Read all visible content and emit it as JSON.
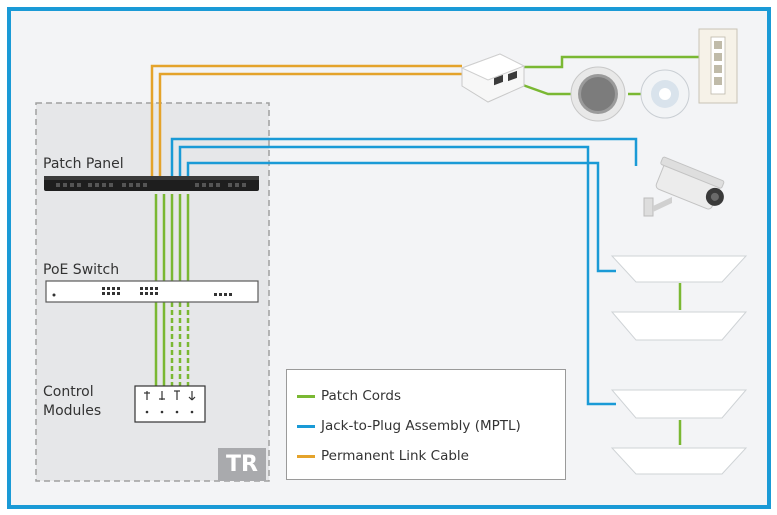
{
  "colors": {
    "frame": "#1a9ad6",
    "patch_cord": "#7ab833",
    "mptl": "#1a9ad6",
    "permanent_link": "#e4a32b",
    "tr_zone": "#e6e7e9",
    "tr_badge": "#a9aaad"
  },
  "labels": {
    "patch_panel": "Patch Panel",
    "poe_switch": "PoE Switch",
    "control_modules_line1": "Control",
    "control_modules_line2": "Modules",
    "tr": "TR"
  },
  "legend": {
    "items": [
      {
        "label": "Patch Cords",
        "color": "#7ab833"
      },
      {
        "label": "Jack-to-Plug Assembly (MPTL)",
        "color": "#1a9ad6"
      },
      {
        "label": "Permanent Link Cable",
        "color": "#e4a32b"
      }
    ]
  },
  "devices": {
    "wall_switch_icon": "wall-switch-icon",
    "speaker_icon": "ceiling-speaker-icon",
    "sensor_icon": "occupancy-sensor-icon",
    "camera_icon": "security-camera-icon",
    "light_icon": "led-panel-light-icon",
    "surface_box_icon": "surface-mount-box-icon"
  }
}
